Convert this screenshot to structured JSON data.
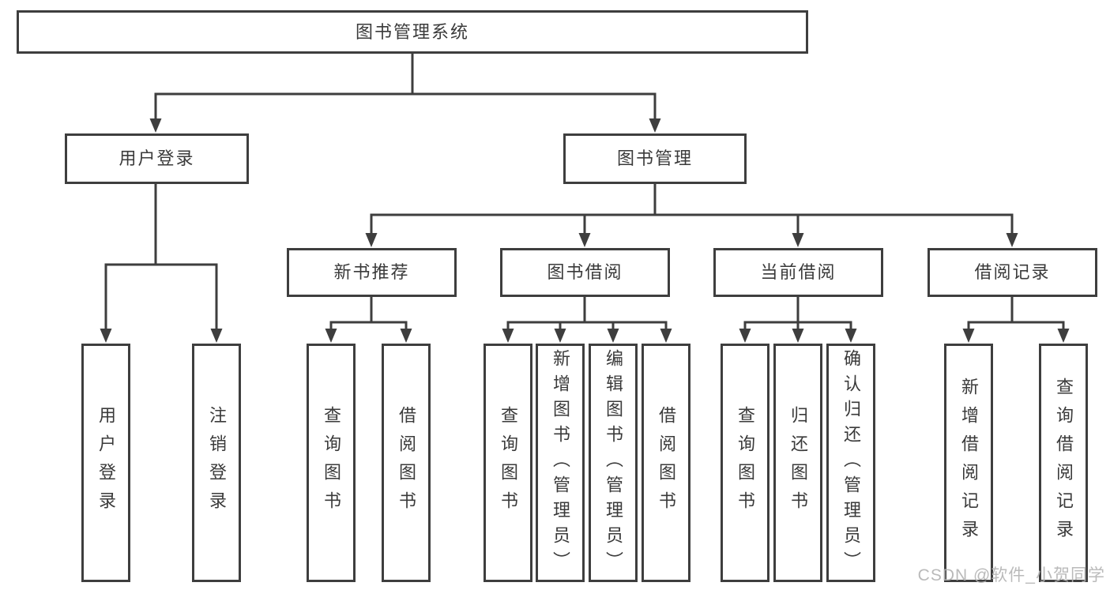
{
  "diagram": {
    "root": {
      "label": "图书管理系统"
    },
    "branches": [
      {
        "label": "用户登录",
        "children": [
          {
            "label": "用户登录"
          },
          {
            "label": "注销登录"
          }
        ]
      },
      {
        "label": "图书管理",
        "children": [
          {
            "label": "新书推荐",
            "children": [
              {
                "label": "查询图书"
              },
              {
                "label": "借阅图书"
              }
            ]
          },
          {
            "label": "图书借阅",
            "children": [
              {
                "label": "查询图书"
              },
              {
                "label": "新增图书（管理员）"
              },
              {
                "label": "编辑图书（管理员）"
              },
              {
                "label": "借阅图书"
              }
            ]
          },
          {
            "label": "当前借阅",
            "children": [
              {
                "label": "查询图书"
              },
              {
                "label": "归还图书"
              },
              {
                "label": "确认归还（管理员）"
              }
            ]
          },
          {
            "label": "借阅记录",
            "children": [
              {
                "label": "新增借阅记录"
              },
              {
                "label": "查询借阅记录"
              }
            ]
          }
        ]
      }
    ]
  },
  "watermark": {
    "text": "CSDN @软件_小贺同学"
  },
  "colors": {
    "background": "#ffffff",
    "border": "#3e3e3e",
    "text": "#3a3a3a",
    "line": "#3e3e3e",
    "watermark": "#b3b3b3"
  }
}
